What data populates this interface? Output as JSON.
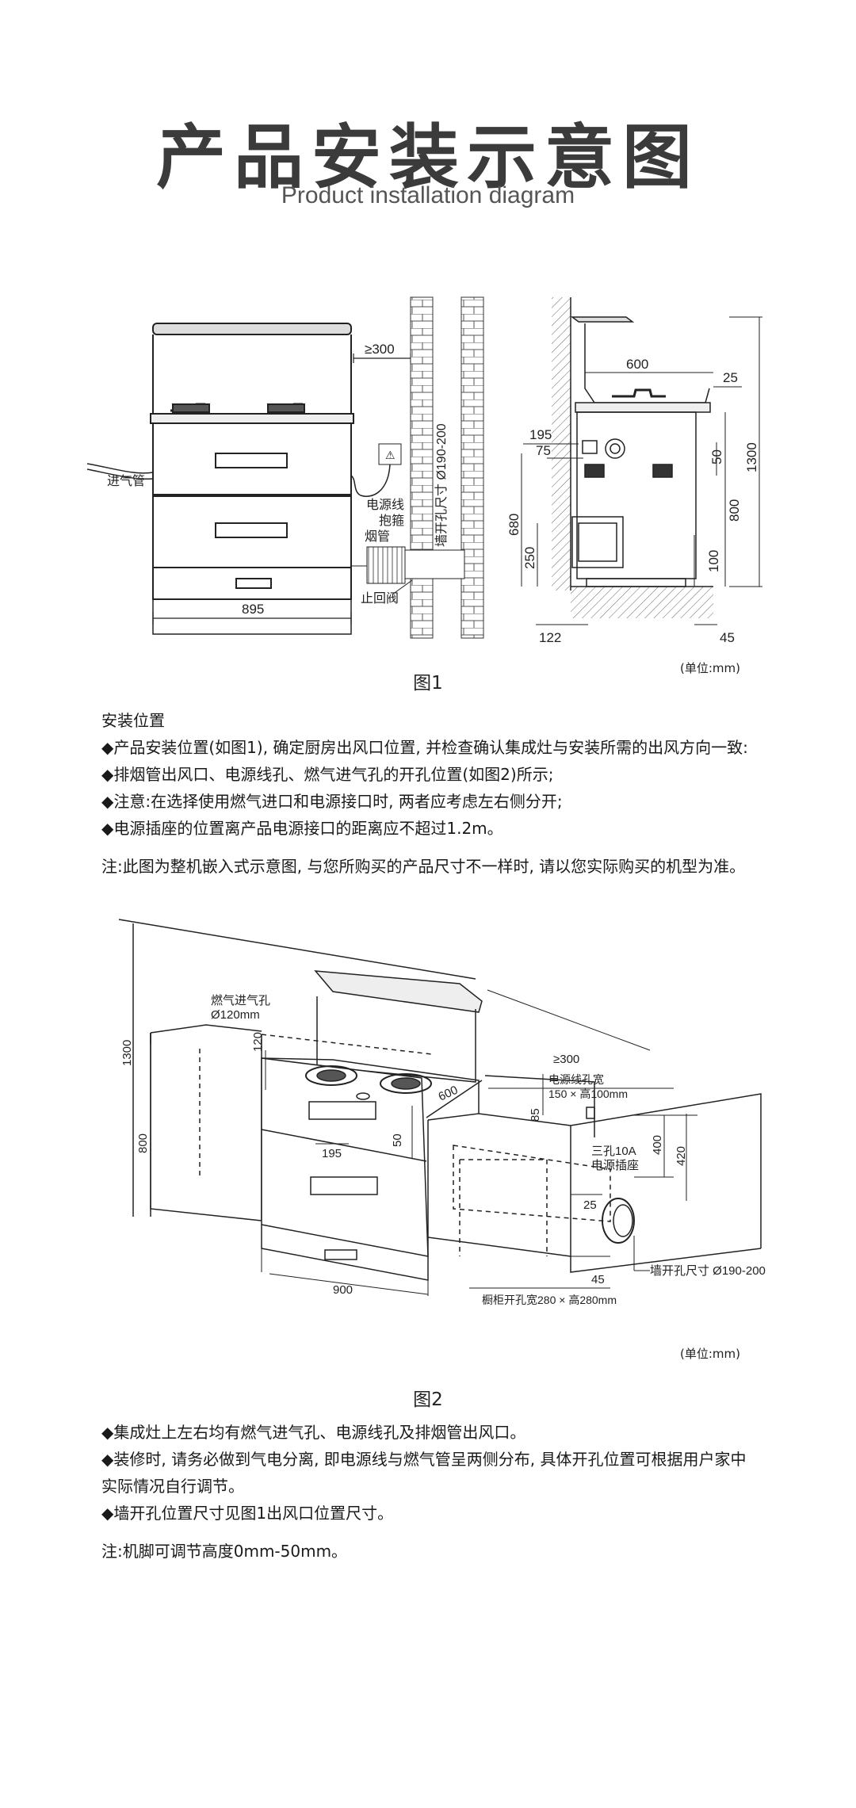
{
  "header": {
    "title": "产品安装示意图",
    "subtitle": "Product installation diagram"
  },
  "figure1": {
    "caption": "图1",
    "unit": "(单位:mm)",
    "labels": {
      "gas_pipe": "进气管",
      "clearance": "≥300",
      "power_cord": "电源线",
      "hose_clamp": "抱箍",
      "smoke_pipe": "烟管",
      "check_valve": "止回阀",
      "wall_hole": "墙开孔尺寸 Ø190-200",
      "width_895": "895",
      "d600": "600",
      "d25": "25",
      "d195": "195",
      "d75": "75",
      "d50": "50",
      "d1300": "1300",
      "d800": "800",
      "d680": "680",
      "d250": "250",
      "d100": "100",
      "d122": "122",
      "d45": "45"
    }
  },
  "section1": {
    "heading": "安装位置",
    "bullets": [
      "◆产品安装位置(如图1), 确定厨房出风口位置, 并检查确认集成灶与安装所需的出风方向一致:",
      "◆排烟管出风口、电源线孔、燃气进气孔的开孔位置(如图2)所示;",
      "◆注意:在选择使用燃气进口和电源接口时, 两者应考虑左右侧分开;",
      "◆电源插座的位置离产品电源接口的距离应不超过1.2m。"
    ],
    "note": "注:此图为整机嵌入式示意图, 与您所购买的产品尺寸不一样时, 请以您实际购买的机型为准。"
  },
  "figure2": {
    "caption": "图2",
    "unit": "(单位:mm)",
    "labels": {
      "gas_hole": "燃气进气孔",
      "gas_hole_size": "Ø120mm",
      "d120": "120",
      "d1300": "1300",
      "d800": "800",
      "d195": "195",
      "d50": "50",
      "d600": "600",
      "d900": "900",
      "clearance": "≥300",
      "power_hole": "电源线孔宽",
      "power_hole_size": "150 × 高100mm",
      "d85": "85",
      "socket_line1": "三孔10A",
      "socket_line2": "电源插座",
      "d400": "400",
      "d420": "420",
      "d25": "25",
      "d45": "45",
      "wall_hole": "墙开孔尺寸 Ø190-200",
      "cabinet_hole": "橱柜开孔宽280 × 高280mm"
    }
  },
  "section2": {
    "bullets": [
      "◆集成灶上左右均有燃气进气孔、电源线孔及排烟管出风口。",
      "◆装修时, 请务必做到气电分离, 即电源线与燃气管呈两侧分布, 具体开孔位置可根据用户家中实际情况自行调节。",
      "◆墙开孔位置尺寸见图1出风口位置尺寸。"
    ],
    "note": "注:机脚可调节高度0mm-50mm。"
  }
}
